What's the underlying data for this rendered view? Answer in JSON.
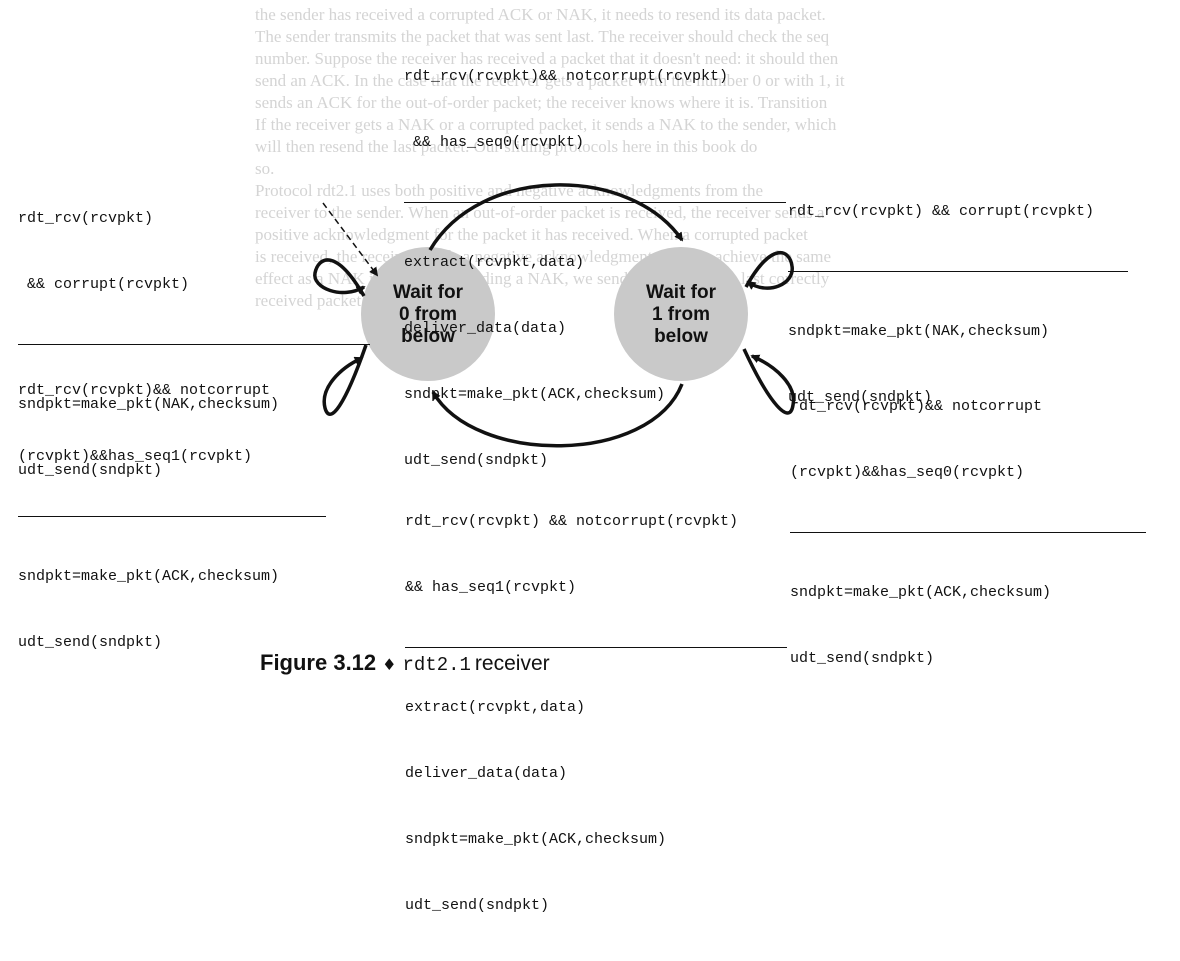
{
  "background_text": [
    "the sender has received a corrupted ACK or NAK, it needs to resend its data packet.",
    "The sender transmits the packet that was sent last. The receiver should check the seq",
    "number. Suppose the receiver has received a packet that it doesn't need: it should then",
    "send an ACK. In the case that the receiver gets a packet with the number 0 or with 1, it",
    "sends an ACK for the out-of-order packet; the receiver knows where it is. Transition",
    "If the receiver gets a NAK or a corrupted packet, it sends a NAK to the sender, which",
    "will then resend the last packet. Our sliding protocols here in this book do",
    "so.",
    "Protocol rdt2.1 uses both positive and negative acknowledgments from the",
    "receiver to the sender. When an out-of-order packet is received, the receiver sends a",
    "positive acknowledgment for the packet it has received. When a corrupted packet",
    "is received, the receiver sends a negative acknowledgment. We can achieve the same",
    "effect as a NAK if, instead of sending a NAK, we send an ACK for the last correctly",
    "received packet."
  ],
  "states": {
    "wait0": [
      "Wait for",
      "0 from",
      "below"
    ],
    "wait1": [
      "Wait for",
      "1 from",
      "below"
    ]
  },
  "transitions": {
    "top": {
      "event": [
        "rdt_rcv(rcvpkt)&& notcorrupt(rcvpkt)",
        " && has_seq0(rcvpkt)"
      ],
      "actions": [
        "extract(rcvpkt,data)",
        "deliver_data(data)",
        "sndpkt=make_pkt(ACK,checksum)",
        "udt_send(sndpkt)"
      ]
    },
    "bottom": {
      "event": [
        "rdt_rcv(rcvpkt) && notcorrupt(rcvpkt)",
        "&& has_seq1(rcvpkt)"
      ],
      "actions": [
        "extract(rcvpkt,data)",
        "deliver_data(data)",
        "sndpkt=make_pkt(ACK,checksum)",
        "udt_send(sndpkt)"
      ]
    },
    "left_top": {
      "event": [
        "rdt_rcv(rcvpkt)",
        " && corrupt(rcvpkt)"
      ],
      "actions": [
        "sndpkt=make_pkt(NAK,checksum)",
        "udt_send(sndpkt)"
      ]
    },
    "left_bottom": {
      "event": [
        "rdt_rcv(rcvpkt)&& notcorrupt",
        "(rcvpkt)&&has_seq1(rcvpkt)"
      ],
      "actions": [
        "sndpkt=make_pkt(ACK,checksum)",
        "udt_send(sndpkt)"
      ]
    },
    "right_top": {
      "event": [
        "rdt_rcv(rcvpkt) && corrupt(rcvpkt)"
      ],
      "actions": [
        "sndpkt=make_pkt(NAK,checksum)",
        "udt_send(sndpkt)"
      ]
    },
    "right_bottom": {
      "event": [
        "rdt_rcv(rcvpkt)&& notcorrupt",
        "(rcvpkt)&&has_seq0(rcvpkt)"
      ],
      "actions": [
        "sndpkt=make_pkt(ACK,checksum)",
        "udt_send(sndpkt)"
      ]
    }
  },
  "caption": {
    "figure": "Figure 3.12",
    "separator": "♦",
    "protocol": "rdt2.1",
    "word": "receiver"
  },
  "colors": {
    "state_fill": "#c9c9c9",
    "ink": "#111111",
    "background_text": "#d4d4d4"
  }
}
